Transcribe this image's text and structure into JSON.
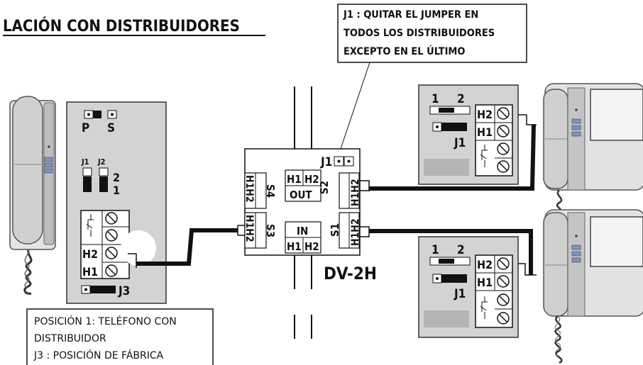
{
  "title": "LACIÓN CON DISTRIBUIDORES",
  "callout_j1": [
    "J1 : QUITAR EL JUMPER EN",
    "TODOS LOS DISTRIBUIDORES",
    "EXCEPTO EN EL ÚLTIMO"
  ],
  "note_box": [
    "POSICIÓN 1: TELÉFONO CON",
    "DISTRIBUIDOR",
    "J3 : POSICIÓN DE FÁBRICA"
  ],
  "phone_panel": {
    "p": "P",
    "s": "S",
    "j1": "J1",
    "j2": "J2",
    "pos2": "2",
    "pos1": "1",
    "h2": "H2",
    "h1": "H1",
    "j3": "J3"
  },
  "distributor": {
    "name": "DV-2H",
    "j1": "J1",
    "h1": "H1",
    "h2": "H2",
    "out": "OUT",
    "in": "IN",
    "s1": "S1",
    "s2": "S2",
    "s3": "S3",
    "s4": "S4",
    "h1h2": "H1H2"
  },
  "monitor_panel": {
    "n1": "1",
    "n2": "2",
    "h2": "H2",
    "h1": "H1",
    "j1": "J1"
  }
}
